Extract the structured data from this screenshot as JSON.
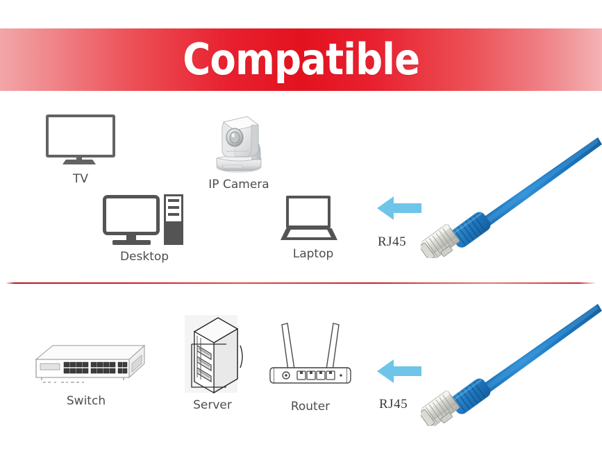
{
  "banner": {
    "title": "Compatible",
    "bg_color_center": "#e4121f",
    "bg_color_edge": "#f2a6a8",
    "text_color": "#ffffff"
  },
  "divider": {
    "color": "#cf2630"
  },
  "colors": {
    "label_text": "#4d4d4d",
    "icon_dark": "#545454",
    "arrow_blue": "#6ec5e9",
    "cable_blue": "#1d78c4",
    "connector_silver": "#d8d8d4"
  },
  "top_section": {
    "devices": [
      {
        "id": "tv",
        "label": "TV",
        "icon": "tv-icon"
      },
      {
        "id": "ip-camera",
        "label": "IP Camera",
        "icon": "ip-camera-icon"
      },
      {
        "id": "desktop",
        "label": "Desktop",
        "icon": "desktop-icon"
      },
      {
        "id": "laptop",
        "label": "Laptop",
        "icon": "laptop-icon"
      }
    ],
    "connector": {
      "label": "RJ45",
      "arrow": "arrow-left-icon",
      "cable": "ethernet-cable-blue"
    }
  },
  "bottom_section": {
    "devices": [
      {
        "id": "switch",
        "label": "Switch",
        "icon": "network-switch-icon"
      },
      {
        "id": "server",
        "label": "Server",
        "icon": "server-rack-icon"
      },
      {
        "id": "router",
        "label": "Router",
        "icon": "wifi-router-icon"
      }
    ],
    "connector": {
      "label": "RJ45",
      "arrow": "arrow-left-icon",
      "cable": "ethernet-cable-blue"
    }
  }
}
